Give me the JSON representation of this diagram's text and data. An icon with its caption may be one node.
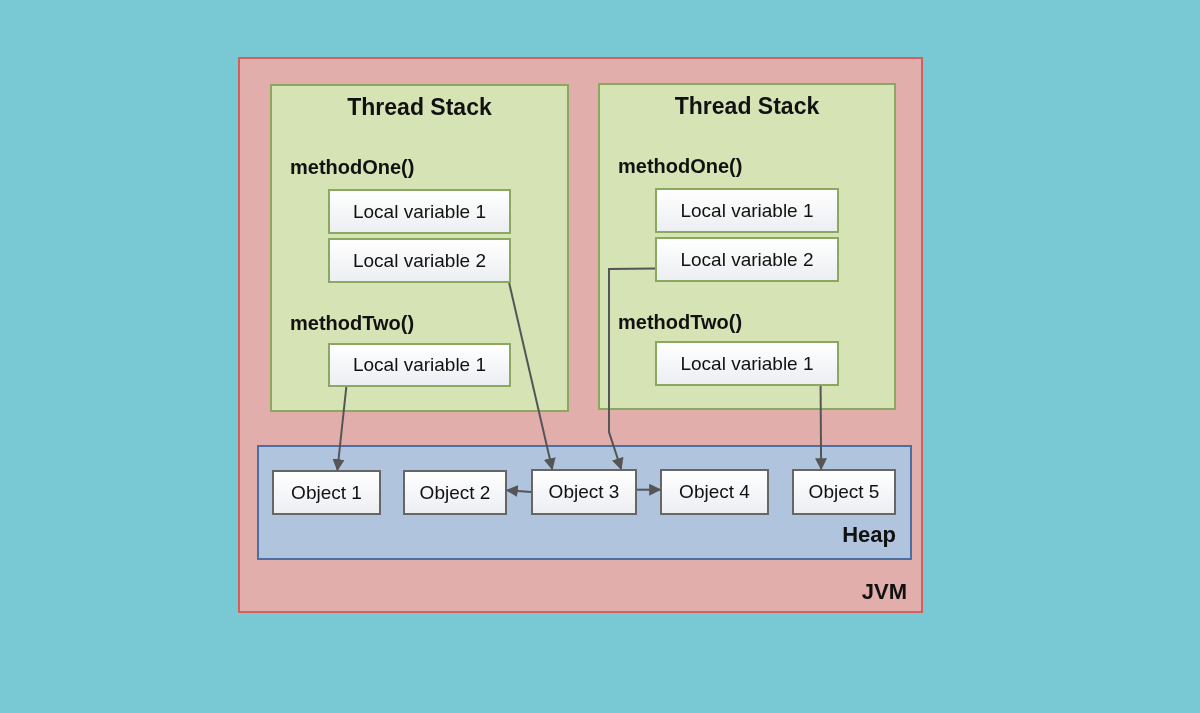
{
  "diagram": {
    "nodes": [
      {
        "text": [
          "JVM"
        ]
      },
      {
        "text": [
          "Thread Stack",
          "methodOne()",
          "methodTwo()"
        ],
        "in": 0
      },
      {
        "text": [
          "Local variable 1"
        ],
        "in": 1
      },
      {
        "text": [
          "Local variable 2"
        ],
        "in": 1
      },
      {
        "text": [
          "Local variable 1"
        ],
        "in": 1
      },
      {
        "text": [
          "Thread Stack",
          "methodOne()",
          "methodTwo()"
        ],
        "in": 0
      },
      {
        "text": [
          "Local variable 1"
        ],
        "in": 5
      },
      {
        "text": [
          "Local variable 2"
        ],
        "in": 5
      },
      {
        "text": [
          "Local variable 1"
        ],
        "in": 5
      },
      {
        "text": [
          "Heap"
        ],
        "in": 0
      },
      {
        "text": [
          "Object 1"
        ],
        "in": 9
      },
      {
        "text": [
          "Object 2"
        ],
        "in": 9
      },
      {
        "text": [
          "Object 3"
        ],
        "in": 9
      },
      {
        "text": [
          "Object 4"
        ],
        "in": 9
      },
      {
        "text": [
          "Object 5"
        ],
        "in": 9
      }
    ],
    "edges": [
      {
        "from": 4,
        "to": 10,
        "arrow": "to"
      },
      {
        "from": 3,
        "to": 12,
        "arrow": "to"
      },
      {
        "from": 7,
        "to": 12,
        "arrow": "to"
      },
      {
        "from": 8,
        "to": 14,
        "arrow": "to"
      },
      {
        "from": 12,
        "to": 11,
        "arrow": "to"
      },
      {
        "from": 12,
        "to": 13,
        "arrow": "to"
      }
    ]
  }
}
